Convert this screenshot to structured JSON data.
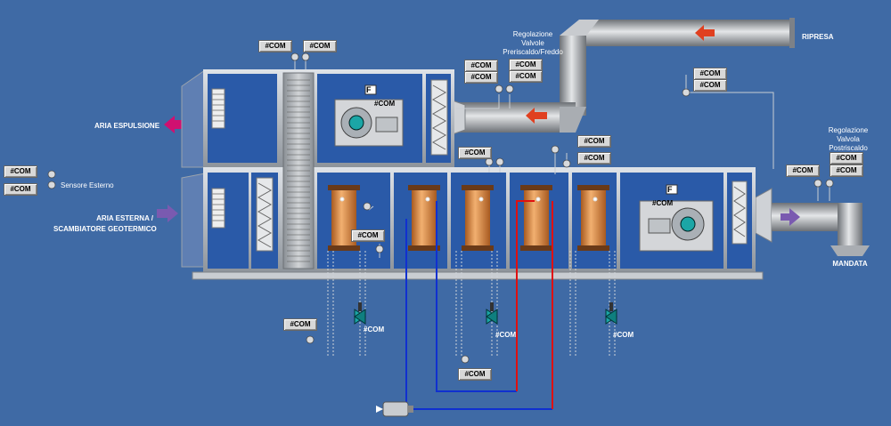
{
  "labels": {
    "aria_espulsione": "ARIA ESPULSIONE",
    "sensore_esterno": "Sensore Esterno",
    "aria_esterna_l1": "ARIA ESTERNA /",
    "aria_esterna_l2": "SCAMBIATORE GEOTERMICO",
    "ripresa": "RIPRESA",
    "mandata": "MANDATA",
    "reg_pre_l1": "Regolazione",
    "reg_pre_l2": "Valvole",
    "reg_pre_l3": "Preriscaldo/Freddo",
    "reg_post_l1": "Regolazione",
    "reg_post_l2": "Valvola",
    "reg_post_l3": "Postriscaldo",
    "fan_top_tag": "#COM",
    "fan_bot_tag": "#COM",
    "fan_mode": "F",
    "valve_1_value": "#COM",
    "valve_2_value": "#COM",
    "valve_3_value": "#COM"
  },
  "displays": {
    "top_1": "#COM",
    "top_2": "#COM",
    "pre_1": "#COM",
    "pre_2": "#COM",
    "pre_3": "#COM",
    "pre_4": "#COM",
    "ripresa_1": "#COM",
    "ripresa_2": "#COM",
    "mid_1": "#COM",
    "mid_2": "#COM",
    "post_1": "#COM",
    "post_2": "#COM",
    "post_3": "#COM",
    "ext_1": "#COM",
    "ext_2": "#COM",
    "coil1_temp": "#COM",
    "valve1_out": "#COM",
    "valve2_out": "#COM"
  },
  "colors": {
    "background": "#3f6aa5",
    "duct": "#9a9ea4",
    "unit_panel": "#2a5aa8",
    "coil": "#d9823f",
    "supply_arrow": "#7a5ab0",
    "exhaust_arrow": "#d01070",
    "flow_arrow": "#e04020",
    "hot_pipe": "#e01010",
    "cold_pipe": "#1030d0"
  }
}
